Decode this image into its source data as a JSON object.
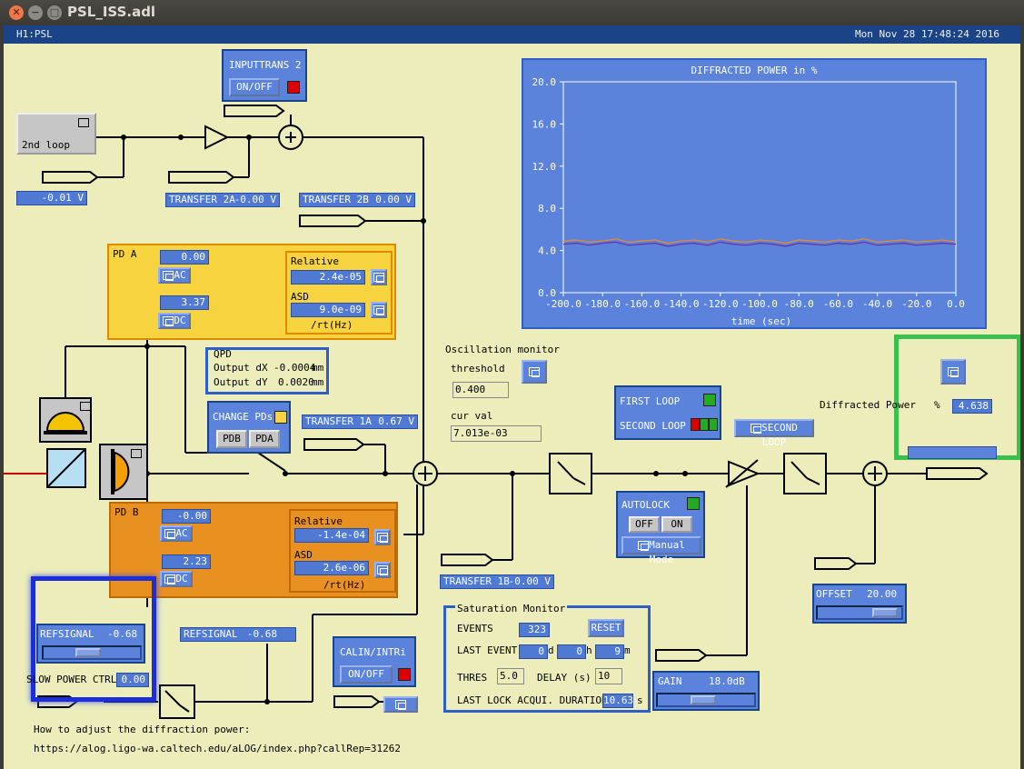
{
  "window": {
    "title": "PSL_ISS.adl"
  },
  "header": {
    "left": "H1:PSL",
    "right": "Mon Nov 28 17:48:24 2016"
  },
  "inputtrans": {
    "title": "INPUTTRANS 2",
    "button": "ON/OFF"
  },
  "second_loop_btn": {
    "label": "2nd loop",
    "value": "-0.01 V"
  },
  "transfer2a": {
    "label": "TRANSFER 2A",
    "value": "-0.00 V"
  },
  "transfer2b": {
    "label": "TRANSFER 2B",
    "value": "0.00 V"
  },
  "pda": {
    "title": "PD A",
    "ac_value": "0.00",
    "dc_value": "3.37",
    "ac_label": "AC",
    "dc_label": "DC",
    "relative_label": "Relative",
    "relative_value": "2.4e-05",
    "asd_label": "ASD",
    "asd_value": "9.0e-09",
    "asd_unit": "/rt(Hz)"
  },
  "pdb": {
    "title": "PD B",
    "ac_value": "-0.00",
    "dc_value": "2.23",
    "ac_label": "AC",
    "dc_label": "DC",
    "relative_label": "Relative",
    "relative_value": "-1.4e-04",
    "asd_label": "ASD",
    "asd_value": "2.6e-06",
    "asd_unit": "/rt(Hz)"
  },
  "qpd": {
    "title": "QPD",
    "dx_label": "Output dX",
    "dx_value": "-0.0004",
    "dy_label": "Output dY",
    "dy_value": "0.0020",
    "unit": "mm"
  },
  "change_pds": {
    "title": "CHANGE PDs",
    "pdb": "PDB",
    "pda": "PDA"
  },
  "transfer1a": {
    "label": "TRANSFER 1A",
    "value": "0.67 V"
  },
  "transfer1b": {
    "label": "TRANSFER 1B",
    "value": "-0.00 V"
  },
  "osc": {
    "title": "Oscillation monitor",
    "threshold_label": "threshold",
    "threshold_value": "0.400",
    "curval_label": "cur val",
    "curval_value": "7.013e-03"
  },
  "loops": {
    "first": "FIRST LOOP",
    "second": "SECOND LOOP",
    "second_btn": "SECOND LOOP"
  },
  "autolock": {
    "title": "AUTOLOCK",
    "off": "OFF",
    "on": "ON",
    "manual": "Manual Mode"
  },
  "diffracted": {
    "label": "Diffracted Power",
    "unit": "%",
    "value": "4.638"
  },
  "offset": {
    "label": "OFFSET",
    "value": "20.00"
  },
  "gain": {
    "label": "GAIN",
    "value": "18.0dB"
  },
  "refsignal1": {
    "label": "REFSIGNAL",
    "value": "-0.68",
    "slider_fraction": 0.45
  },
  "refsignal2": {
    "label": "REFSIGNAL",
    "value": "-0.68"
  },
  "slow_power": {
    "label": "SLOW POWER CTRL",
    "value": "0.00"
  },
  "calin": {
    "title": "CALIN/INTRi",
    "button": "ON/OFF"
  },
  "saturation": {
    "title": "Saturation Monitor",
    "events_label": "EVENTS",
    "events_value": "323",
    "reset": "RESET",
    "last_event_label": "LAST EVENT",
    "d_value": "0",
    "d_unit": "d",
    "h_value": "0",
    "h_unit": "h",
    "m_value": "9",
    "m_unit": "m",
    "thres_label": "THRES",
    "thres_value": "5.0",
    "delay_label": "DELAY (s)",
    "delay_value": "10",
    "duration_label": "LAST LOCK ACQUI. DURATION",
    "duration_value": "10.63",
    "duration_unit": "s"
  },
  "help": {
    "line1": "How to adjust the diffraction power:",
    "line2": "https://alog.ligo-wa.caltech.edu/aLOG/index.php?callRep=31262"
  },
  "colors": {
    "bg": "#ecedbb",
    "blue": "#5b83db",
    "dark_blue": "#1a4487",
    "pd_a": "#f7d33f",
    "pd_b": "#e89020",
    "green_led": "#22aa22",
    "red_led": "#dd0000"
  },
  "chart_data": {
    "type": "line",
    "title": "DIFFRACTED POWER in %",
    "xlabel": "time (sec)",
    "xlim": [
      -200,
      0
    ],
    "ylim": [
      0,
      20
    ],
    "x_ticks": [
      "-200.0",
      "-180.0",
      "-160.0",
      "-140.0",
      "-120.0",
      "-100.0",
      "-80.0",
      "-60.0",
      "-40.0",
      "-20.0",
      "0.0"
    ],
    "y_ticks": [
      "20.0",
      "16.0",
      "12.0",
      "8.0",
      "4.0",
      "0.0"
    ],
    "series": [
      {
        "values": [
          4.9,
          5.0,
          4.8,
          4.9,
          5.1,
          4.8,
          4.9,
          5.0,
          4.7,
          4.9,
          5.0,
          4.8,
          5.1,
          4.9,
          4.8,
          5.0,
          4.9,
          4.7,
          5.0,
          4.9,
          4.8,
          5.0,
          4.9,
          5.1,
          4.8,
          4.9,
          5.0,
          4.8,
          4.9,
          5.0,
          4.8
        ]
      },
      {
        "values": [
          4.6,
          4.7,
          4.5,
          4.7,
          4.8,
          4.5,
          4.6,
          4.7,
          4.4,
          4.6,
          4.7,
          4.5,
          4.8,
          4.6,
          4.5,
          4.7,
          4.6,
          4.4,
          4.7,
          4.6,
          4.5,
          4.7,
          4.6,
          4.8,
          4.5,
          4.6,
          4.7,
          4.5,
          4.6,
          4.7,
          4.6
        ]
      }
    ]
  }
}
